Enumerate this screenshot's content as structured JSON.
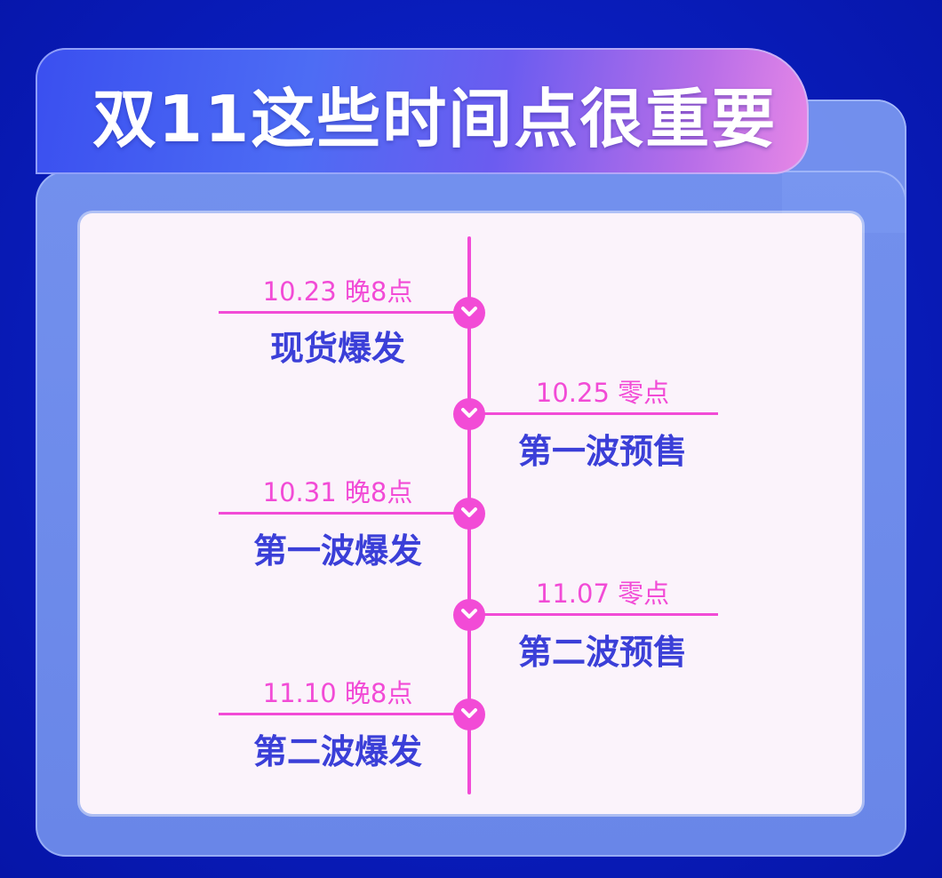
{
  "title": "双11这些时间点很重要",
  "colors": {
    "background": "#0a1fc0",
    "accent": "#f24bd6",
    "event_text": "#3b3fd8",
    "panel": "#fbf3fb"
  },
  "timeline": [
    {
      "date": "10.23 晚8点",
      "event": "现货爆发",
      "side": "left"
    },
    {
      "date": "10.25 零点",
      "event": "第一波预售",
      "side": "right"
    },
    {
      "date": "10.31 晚8点",
      "event": "第一波爆发",
      "side": "left"
    },
    {
      "date": "11.07 零点",
      "event": "第二波预售",
      "side": "right"
    },
    {
      "date": "11.10 晚8点",
      "event": "第二波爆发",
      "side": "left"
    }
  ],
  "icons": {
    "node": "chevron-down-icon"
  }
}
